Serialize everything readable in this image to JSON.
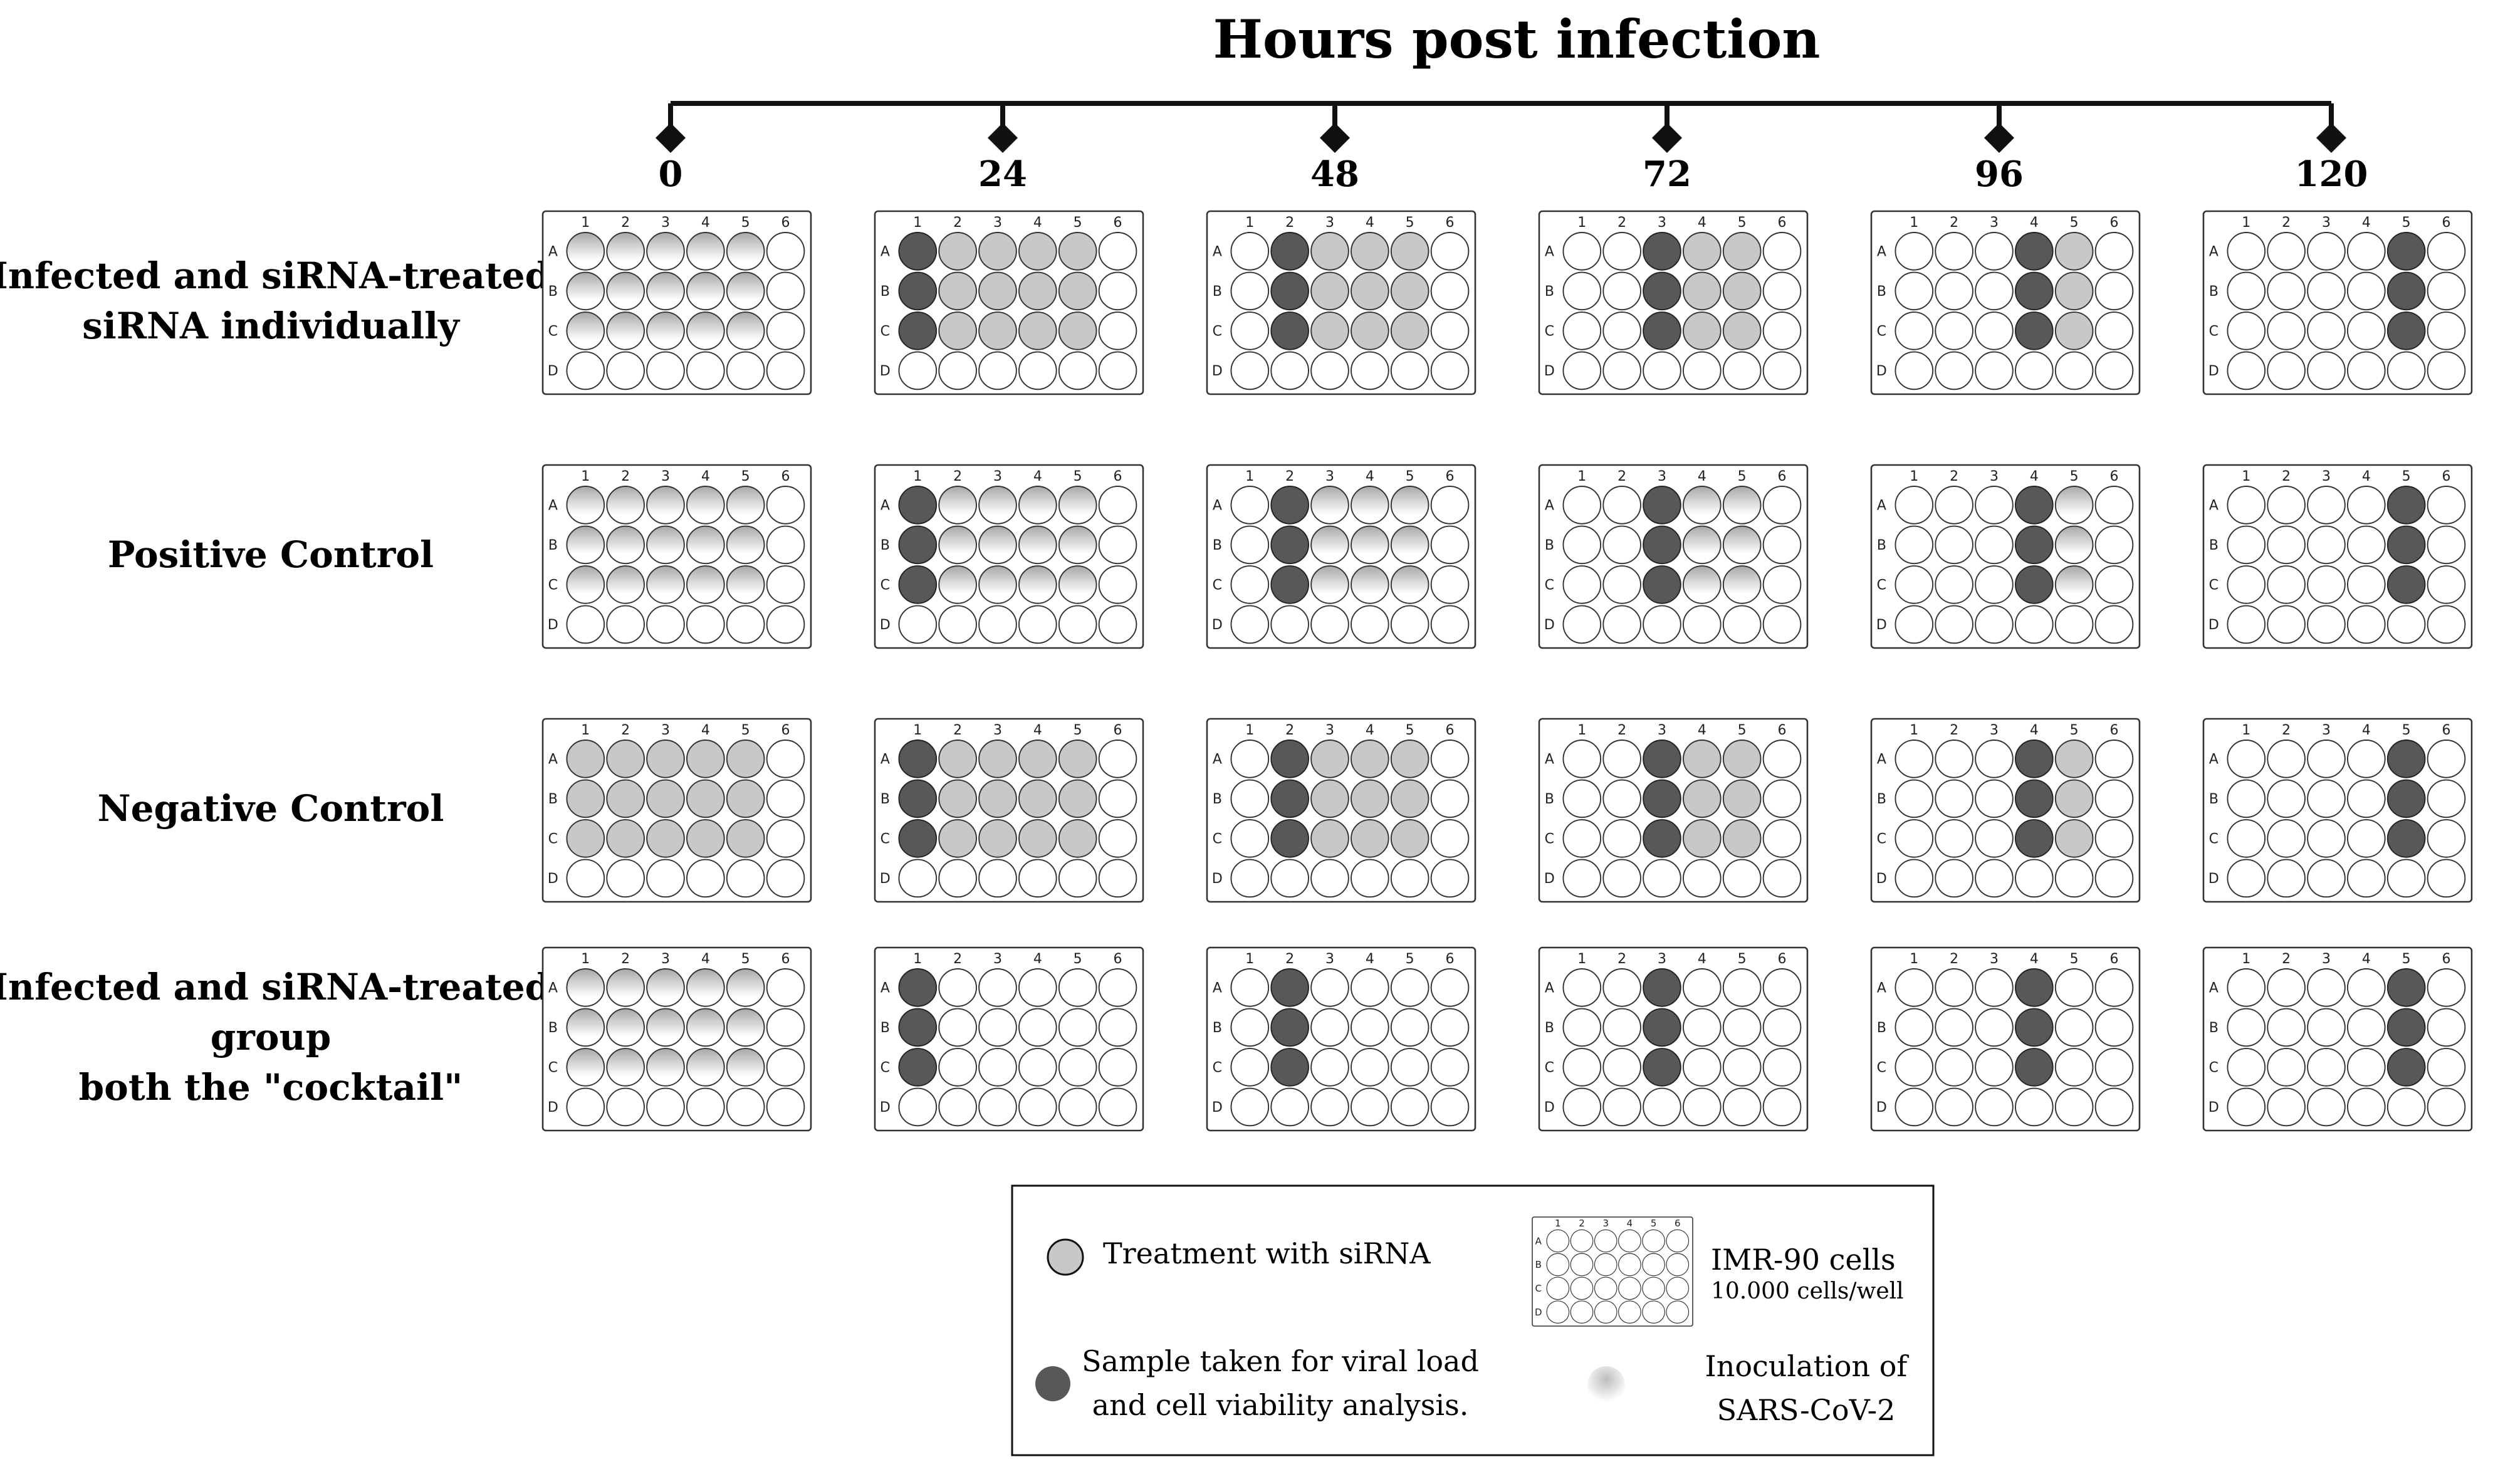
{
  "title": "Hours post infection",
  "timepoints": [
    "0",
    "24",
    "48",
    "72",
    "96",
    "120"
  ],
  "plate": {
    "columns": [
      "1",
      "2",
      "3",
      "4",
      "5",
      "6"
    ],
    "rows": [
      "A",
      "B",
      "C",
      "D"
    ]
  },
  "groups": [
    {
      "label_lines": [
        "Infected and siRNA-treated",
        "siRNA individually"
      ],
      "treated_state": "treated"
    },
    {
      "label_lines": [
        "Positive Control"
      ],
      "treated_state": "inoculated"
    },
    {
      "label_lines": [
        "Negative Control"
      ],
      "treated_state": "treated"
    },
    {
      "label_lines": [
        "Infected and siRNA-treated",
        "group",
        "both the \"cocktail\""
      ],
      "treated_state": "none"
    }
  ],
  "legend": {
    "treatment": "Treatment with siRNA",
    "cells_title": "IMR-90 cells",
    "cells_density": "10.000 cells/well",
    "sample_line1": "Sample taken for viral load",
    "sample_line2": "and cell viability analysis.",
    "inoculation_line1": "Inoculation of",
    "inoculation_line2": "SARS-CoV-2"
  },
  "colors": {
    "line": "#111111",
    "sampled": "#585858",
    "treated": "#c8c8c8",
    "empty": "#ffffff",
    "inoculated_light": "#ffffff",
    "inoculated_dark": "#a8a8a8"
  }
}
